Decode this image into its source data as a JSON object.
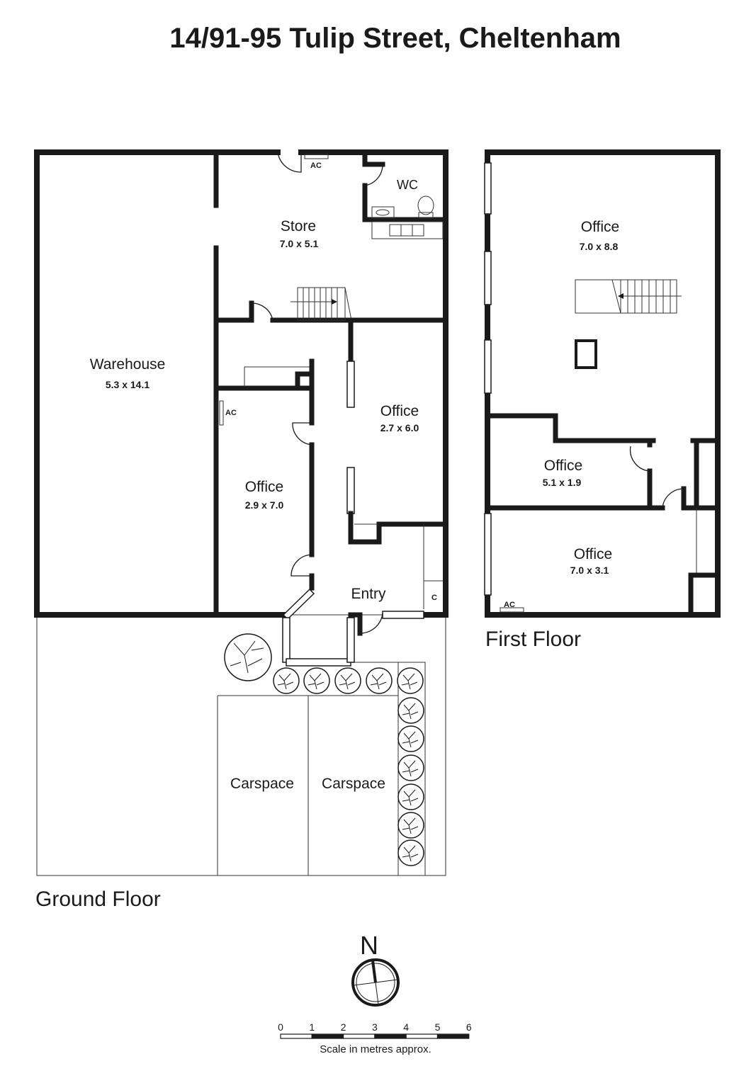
{
  "title": "14/91-95 Tulip Street, Cheltenham",
  "ground_floor": {
    "label": "Ground Floor",
    "rooms": {
      "warehouse": {
        "name": "Warehouse",
        "dims": "5.3 x 14.1"
      },
      "store": {
        "name": "Store",
        "dims": "7.0 x 5.1"
      },
      "wc": {
        "name": "WC"
      },
      "office_a": {
        "name": "Office",
        "dims": "2.7 x 6.0"
      },
      "office_b": {
        "name": "Office",
        "dims": "2.9 x 7.0"
      },
      "entry": {
        "name": "Entry"
      },
      "carspace_1": {
        "name": "Carspace"
      },
      "carspace_2": {
        "name": "Carspace"
      }
    },
    "ac_top": "AC",
    "ac_side": "AC",
    "cupboard": "C"
  },
  "first_floor": {
    "label": "First Floor",
    "rooms": {
      "office_main": {
        "name": "Office",
        "dims": "7.0 x 8.8"
      },
      "office_small": {
        "name": "Office",
        "dims": "5.1 x 1.9"
      },
      "office_lower": {
        "name": "Office",
        "dims": "7.0 x 3.1"
      }
    },
    "ac": "AC"
  },
  "compass": {
    "north": "N"
  },
  "scale": {
    "ticks": [
      "0",
      "1",
      "2",
      "3",
      "4",
      "5",
      "6"
    ],
    "caption": "Scale in metres approx."
  }
}
